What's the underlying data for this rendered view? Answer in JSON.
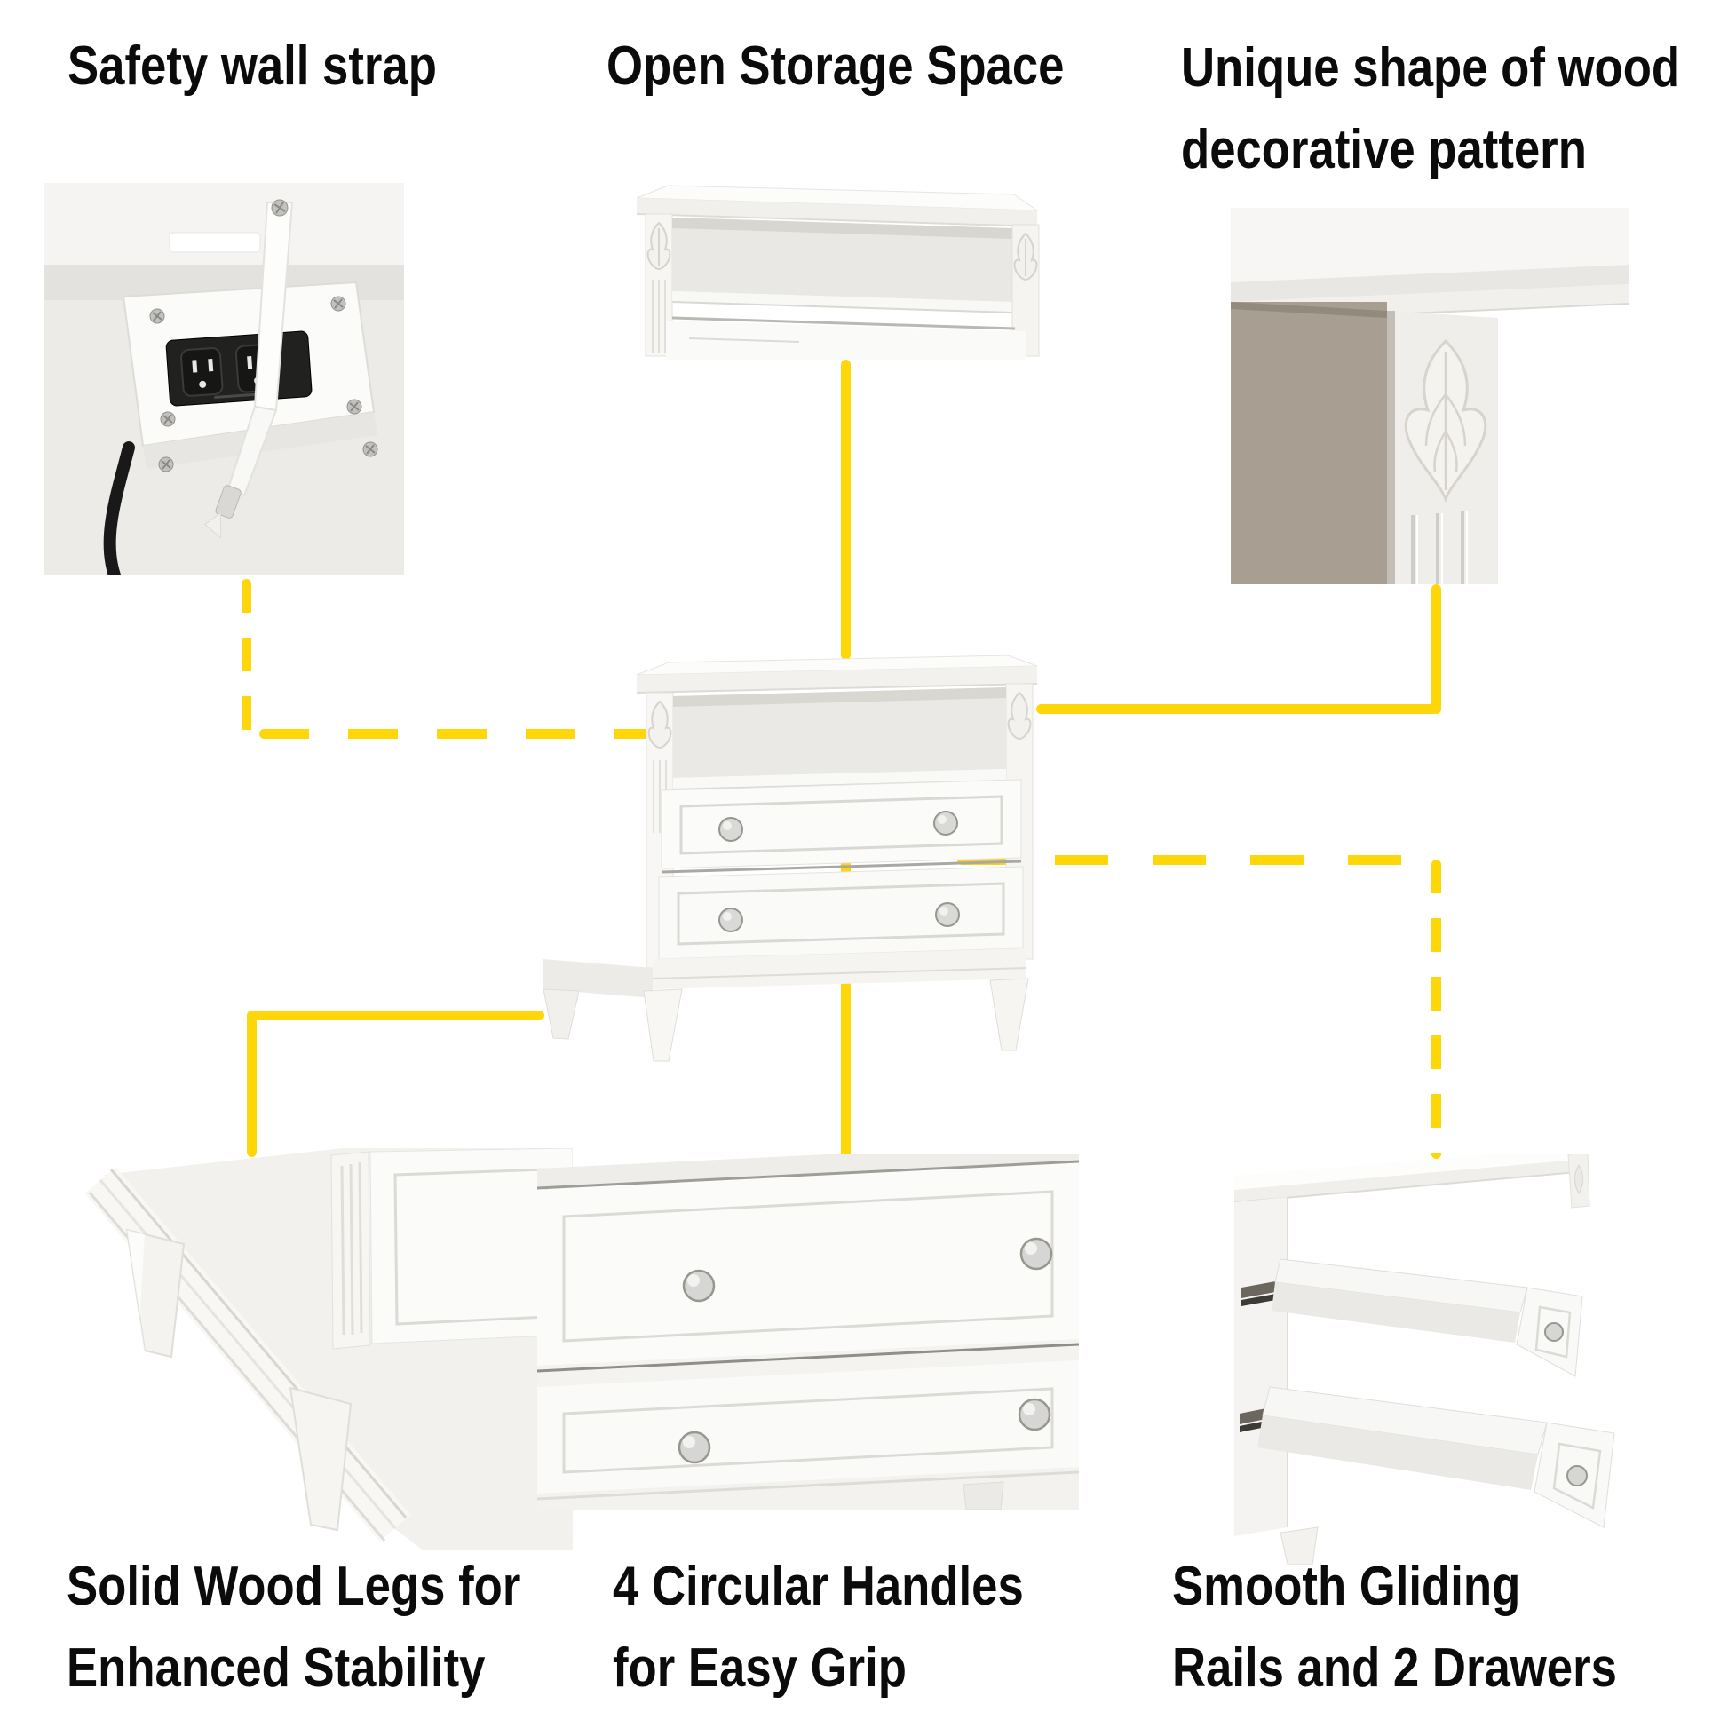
{
  "accent": {
    "connector_yellow": "#FFD60A"
  },
  "palette": {
    "caption_black": "#0B0B0B",
    "photo_backdrop_taupe": "#A89E92",
    "photo_bg_light_gray": "#ECEBE8",
    "furniture_white": "#FBFBF9",
    "furniture_shadow": "#DDDCD7",
    "outlet_black": "#212120",
    "knob_silver": "#C9C9C7"
  },
  "features": [
    {
      "id": "safety-wall-strap",
      "caption_lines": [
        "Safety wall strap"
      ]
    },
    {
      "id": "open-storage-space",
      "caption_lines": [
        "Open Storage Space"
      ]
    },
    {
      "id": "wood-decorative-pattern",
      "caption_lines": [
        "Unique shape of wood",
        "decorative pattern"
      ]
    },
    {
      "id": "solid-wood-legs",
      "caption_lines": [
        "Solid Wood Legs for",
        "Enhanced Stability"
      ]
    },
    {
      "id": "circular-handles",
      "caption_lines": [
        "4 Circular Handles",
        "for Easy Grip"
      ]
    },
    {
      "id": "gliding-rails",
      "caption_lines": [
        "Smooth Gliding",
        "Rails and 2 Drawers"
      ]
    }
  ]
}
